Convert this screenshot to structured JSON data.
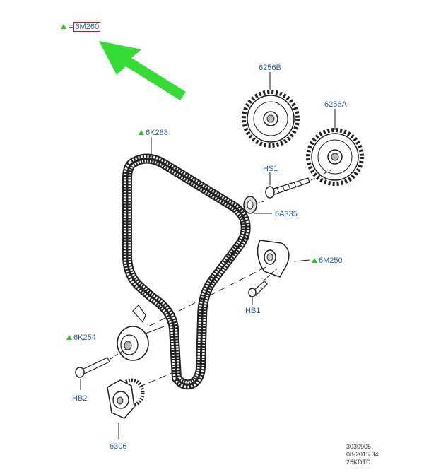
{
  "legend": {
    "symbol": "green-triangle",
    "equals": "=",
    "code": "6M260"
  },
  "labels": {
    "p6256B": "6256B",
    "p6256A": "6256A",
    "p6K288": "6K288",
    "pHS1": "HS1",
    "p6A335": "6A335",
    "p6M250": "6M250",
    "pHB1": "HB1",
    "p6K254": "6K254",
    "pHB2": "HB2",
    "p6306": "6306"
  },
  "reference": {
    "line1": "3030905",
    "line2": "08-2015 34",
    "line3": "25KDTD"
  },
  "colors": {
    "label": "#2a5db0",
    "triangle": "#22cc22",
    "arrow": "#33dd33",
    "highlight": "#e01010",
    "line": "#222222"
  }
}
